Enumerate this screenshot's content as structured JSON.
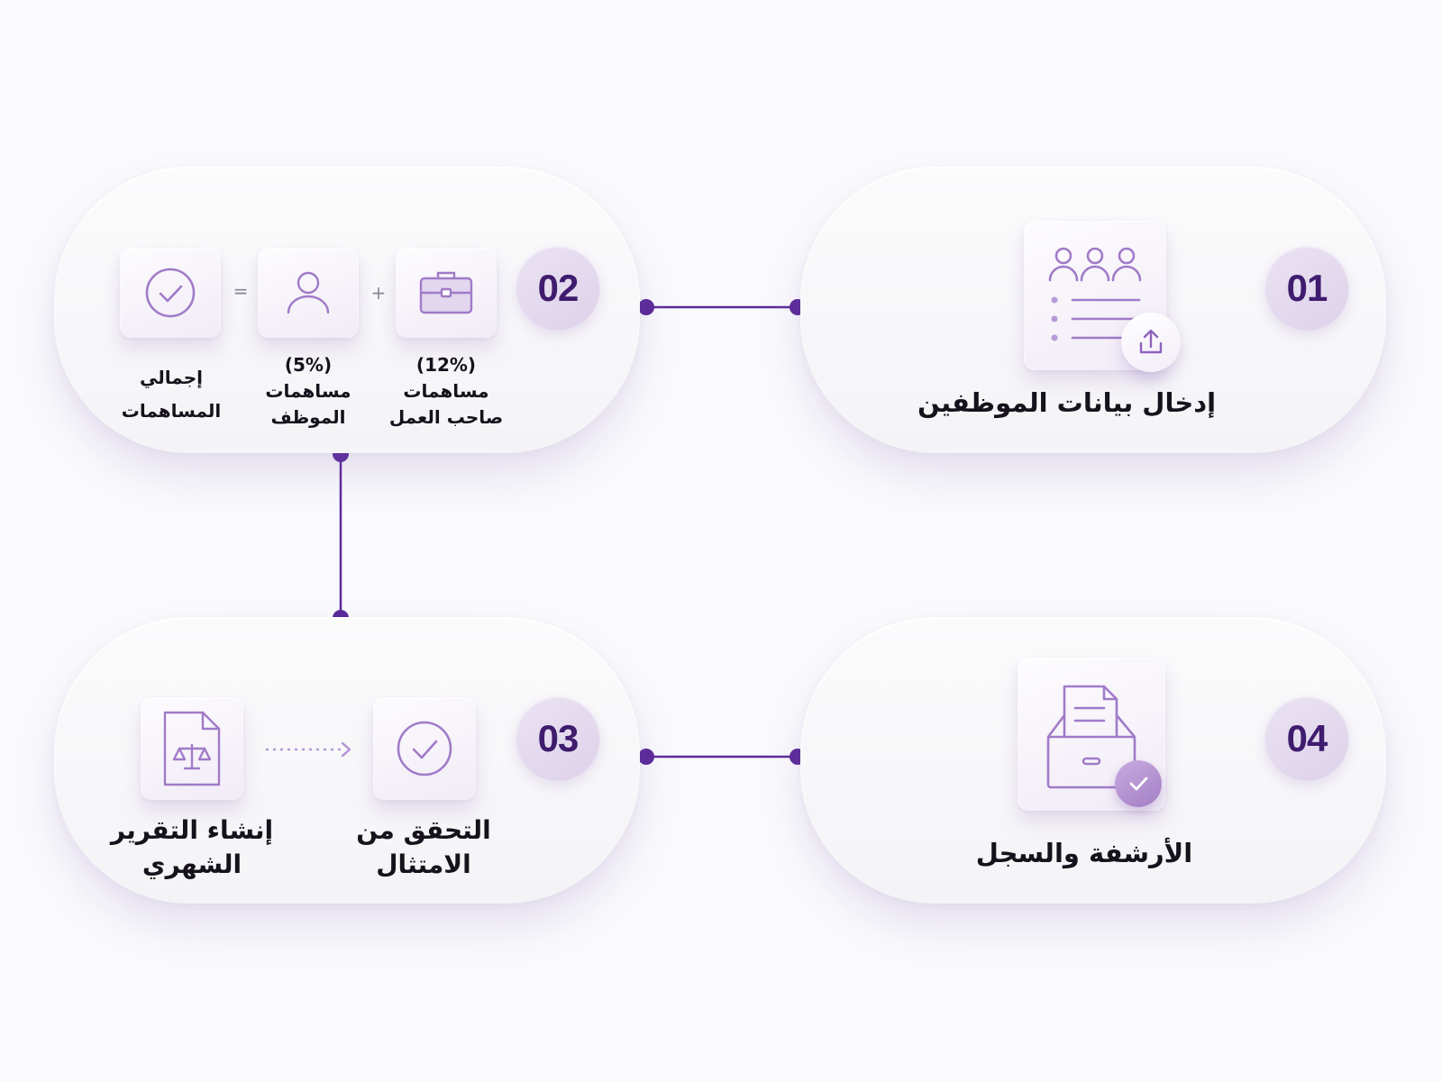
{
  "steps": [
    {
      "number": "01",
      "title": "إدخال بيانات الموظفين"
    },
    {
      "number": "02",
      "items": [
        {
          "label_line1": "(12%)",
          "label_line2": "مساهمات",
          "label_line3": "صاحب العمل"
        },
        {
          "label_line1": "(5%)",
          "label_line2": "مساهمات",
          "label_line3": "الموظف"
        },
        {
          "label_line1": "إجمالي",
          "label_line2": "المساهمات"
        }
      ],
      "plus": "+",
      "equals": "="
    },
    {
      "number": "03",
      "items": [
        {
          "label_line1": "التحقق من",
          "label_line2": "الامتثال"
        },
        {
          "label_line1": "إنشاء التقرير",
          "label_line2": "الشهري"
        }
      ]
    },
    {
      "number": "04",
      "title": "الأرشفة والسجل"
    }
  ],
  "icons": {
    "step1": "employee-list-upload-icon",
    "step2_employer": "briefcase-icon",
    "step2_employee": "person-icon",
    "step2_total": "check-circle-icon",
    "step3_compliance": "check-circle-icon",
    "step3_report": "report-scale-icon",
    "step4": "archive-box-icon"
  },
  "colors": {
    "accent": "#5b2a99",
    "icon_stroke": "#a07bc8",
    "number_text": "#3f1c6e",
    "label_text": "#16121c"
  }
}
